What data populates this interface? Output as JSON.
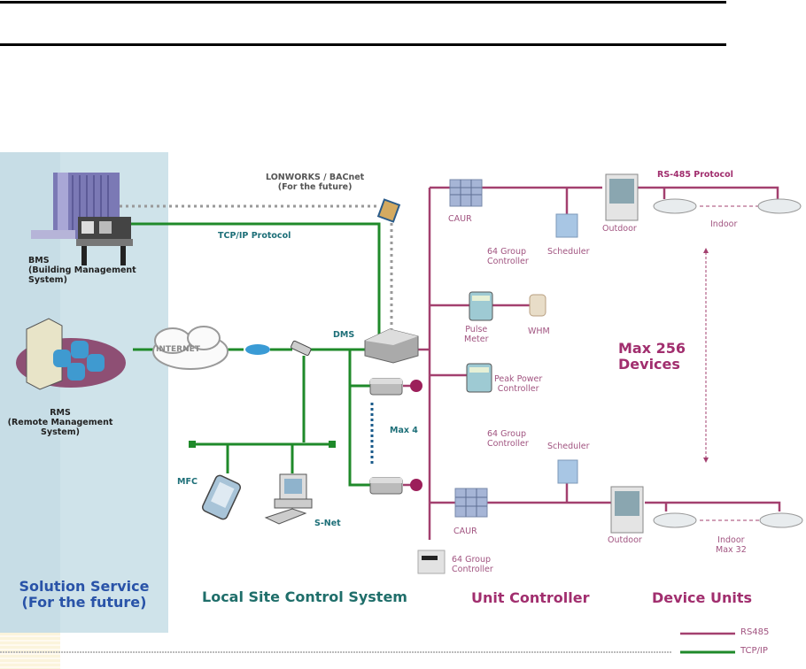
{
  "page": {
    "rules": 2
  },
  "diagram": {
    "sections": {
      "solution_service": "Solution Service\n(For the future)",
      "local_site": "Local Site Control System",
      "unit_controller": "Unit Controller",
      "device_units": "Device Units"
    },
    "nodes": {
      "bms": "BMS\n(Building Management\nSystem)",
      "rms": "RMS\n(Remote Management\nSystem)",
      "internet": "INTERNET",
      "lonworks": "LONWORKS / BACnet\n(For the future)",
      "tcpip_protocol": "TCP/IP Protocol",
      "dms": "DMS",
      "max4": "Max 4",
      "mfc": "MFC",
      "snet": "S-Net",
      "caur_top": "CAUR",
      "group_ctrl_top": "64 Group\nController",
      "scheduler_top": "Scheduler",
      "outdoor_top": "Outdoor",
      "indoor_top": "Indoor",
      "rs485_protocol": "RS-485 Protocol",
      "pulse_meter": "Pulse\nMeter",
      "whm": "WHM",
      "peak_power": "Peak Power\nController",
      "max256": "Max 256\nDevices",
      "group_ctrl_mid": "64 Group\nController",
      "scheduler_bottom": "Scheduler",
      "caur_bottom": "CAUR",
      "outdoor_bottom": "Outdoor",
      "indoor_bottom": "Indoor\nMax 32",
      "group_ctrl_bottom": "64 Group\nController"
    },
    "legend": [
      {
        "label": "RS485",
        "color": "#a3406f"
      },
      {
        "label": "TCP/IP",
        "color": "#1f8a2a"
      }
    ],
    "colors": {
      "tcpip": "#1f8a2a",
      "rs485": "#a3406f",
      "panel": "#cfe3ea",
      "terminator": "#9c1f5a"
    }
  }
}
